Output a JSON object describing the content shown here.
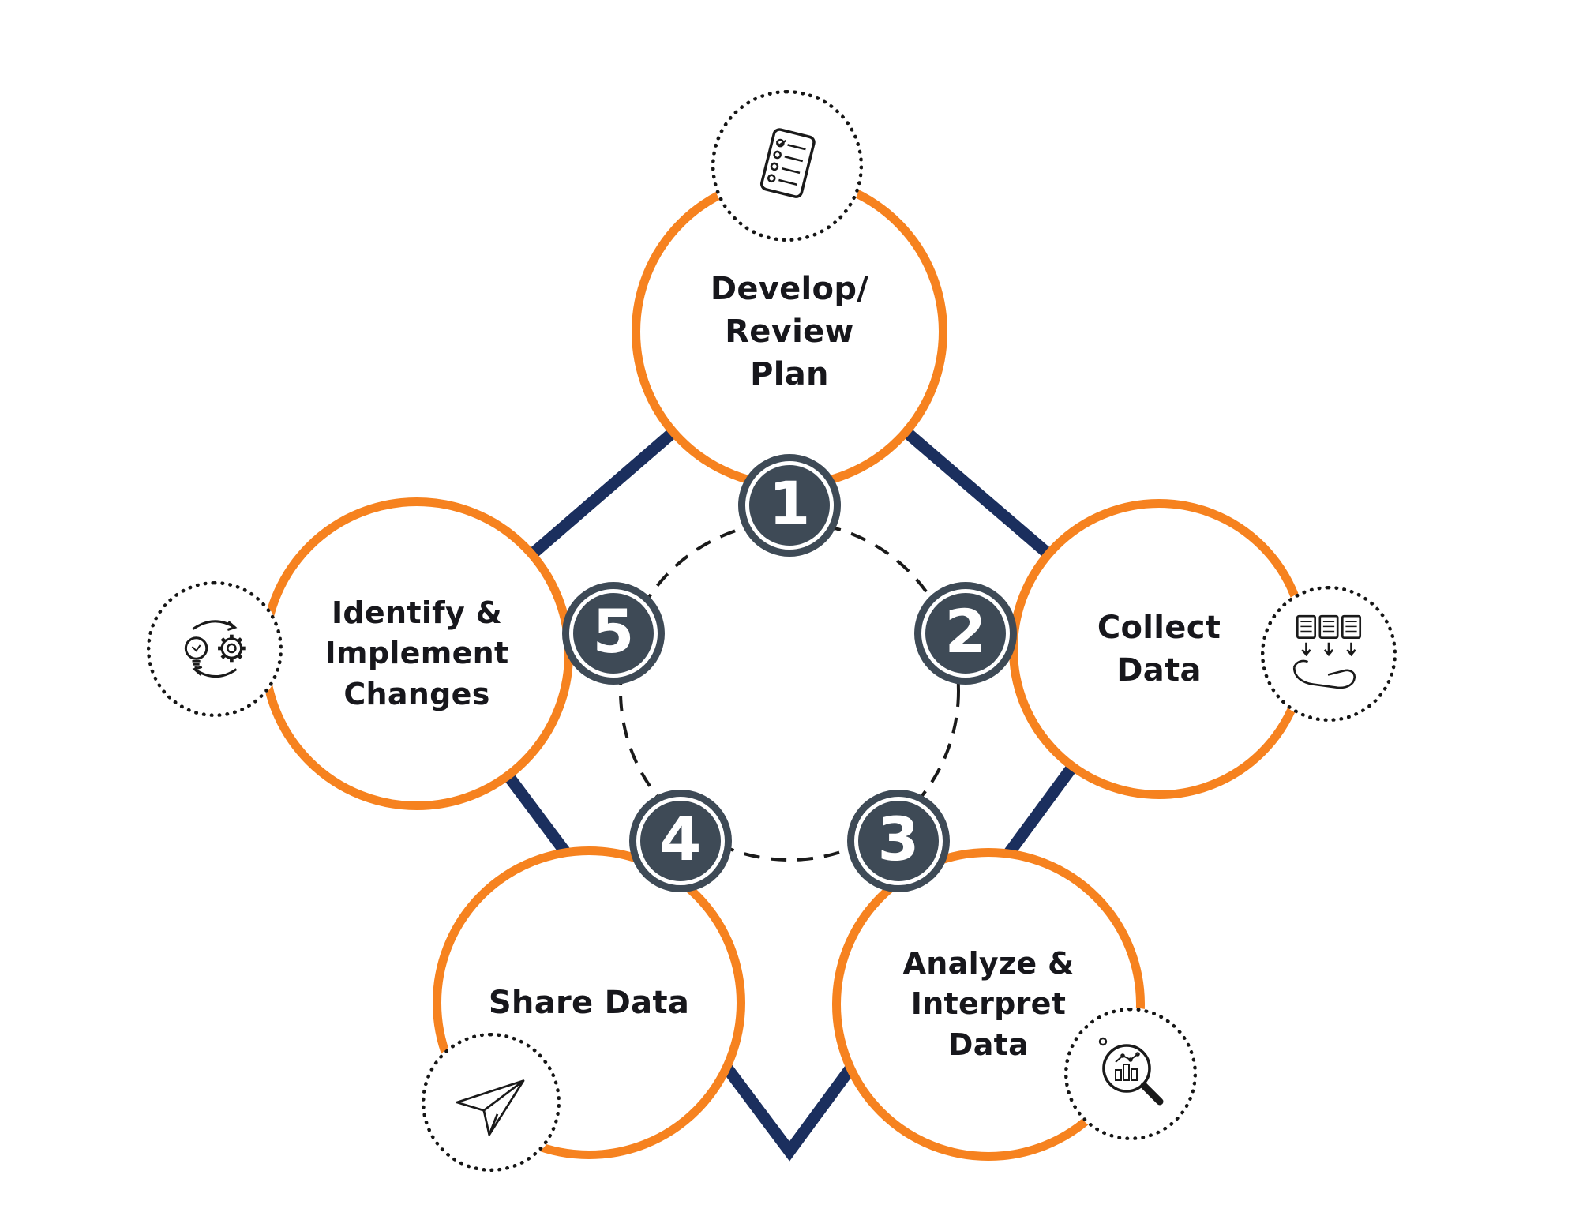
{
  "diagram": {
    "colors": {
      "orange": "#F6821F",
      "navy": "#1B2F5E",
      "badge": "#3E4A56",
      "ink": "#17171C"
    },
    "steps": [
      {
        "number": "1",
        "label": "Develop/\nReview\nPlan",
        "icon": "checklist-icon"
      },
      {
        "number": "2",
        "label": "Collect\nData",
        "icon": "collect-data-icon"
      },
      {
        "number": "3",
        "label": "Analyze &\nInterpret\nData",
        "icon": "analyze-data-icon"
      },
      {
        "number": "4",
        "label": "Share Data",
        "icon": "share-data-icon"
      },
      {
        "number": "5",
        "label": "Identify &\nImplement\nChanges",
        "icon": "lightbulb-gear-icon"
      }
    ]
  }
}
